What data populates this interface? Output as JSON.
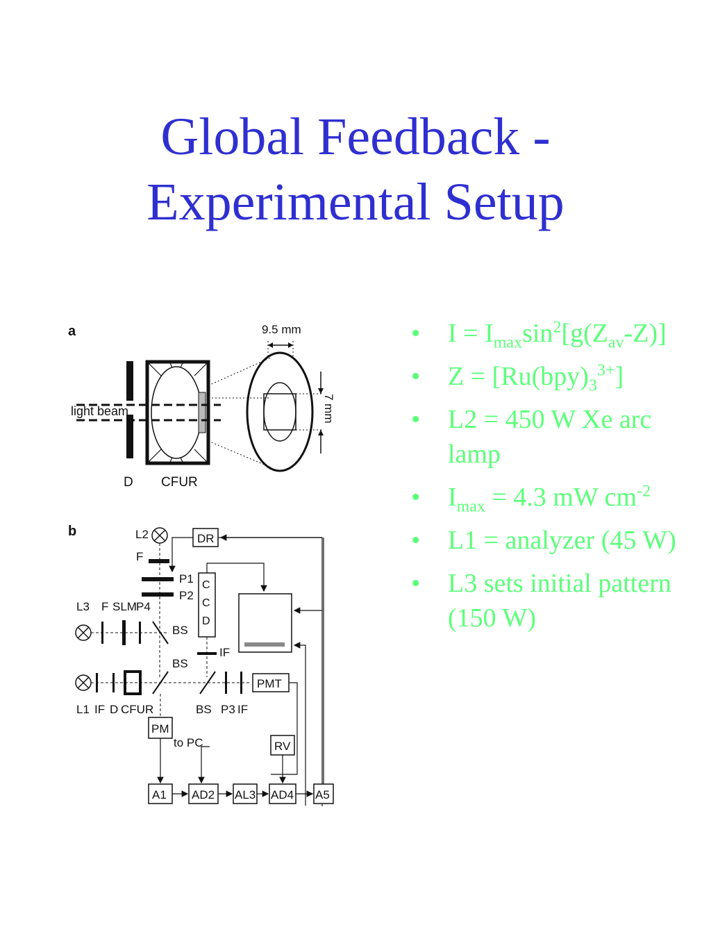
{
  "title": {
    "line1": "Global Feedback -",
    "line2": "Experimental Setup"
  },
  "figure": {
    "panel_a": {
      "label": "a",
      "dim_width": "9.5 mm",
      "dim_height": "7 mm",
      "beam_label": "light beam",
      "label_d": "D",
      "label_cfur": "CFUR"
    },
    "panel_b": {
      "label": "b",
      "labels": {
        "l2": "L2",
        "dr": "DR",
        "f_top": "F",
        "p1": "P1",
        "p2": "P2",
        "ccd_c1": "C",
        "ccd_c2": "C",
        "ccd_d": "D",
        "l3": "L3",
        "f_mid": "F",
        "slm": "SLM",
        "p4": "P4",
        "bs1": "BS",
        "if_ccd": "IF",
        "bs2": "BS",
        "pmt": "PMT",
        "l1": "L1",
        "if_low": "IF",
        "d_low": "D",
        "cfur_low": "CFUR",
        "bs3": "BS",
        "p3": "P3",
        "if_pmt": "IF",
        "pm": "PM",
        "to_pc": "to PC",
        "rv": "RV",
        "a1": "A1",
        "ad2": "AD2",
        "al3": "AL3",
        "ad4": "AD4",
        "a5": "A5"
      }
    }
  },
  "bullets": [
    {
      "main": "I = I",
      "sub1": "max",
      "mid1": "sin",
      "sup1": "2",
      "mid2": "[g(Z",
      "sub2": "av",
      "end": "-Z)]"
    },
    {
      "main": "Z = [Ru(bpy)",
      "sub1": "3",
      "sup1": "3+",
      "end": "]"
    },
    {
      "text": "L2 = 450 W Xe arc lamp"
    },
    {
      "main": "I",
      "sub1": "max",
      "end": " = 4.3 mW cm",
      "sup1": "-2"
    },
    {
      "text": "L1 = analyzer (45 W)"
    },
    {
      "text": "L3 sets initial pattern (150 W)"
    }
  ]
}
